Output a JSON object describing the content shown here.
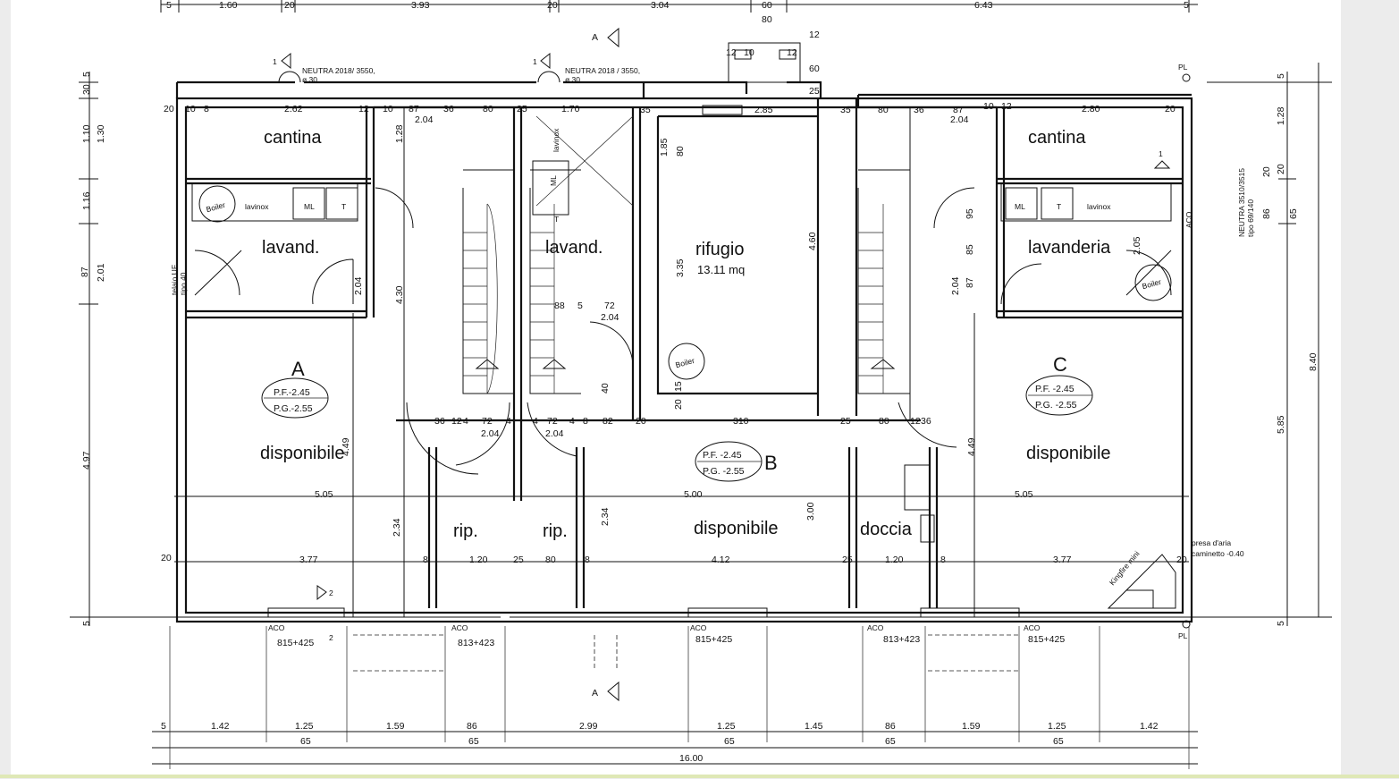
{
  "rooms": {
    "cantina_left": "cantina",
    "cantina_right": "cantina",
    "lavand_left": "lavand.",
    "lavand_mid": "lavand.",
    "lavanderia": "lavanderia",
    "rifugio": "rifugio",
    "rifugio_area": "13.11 mq",
    "disp_a": "disponibile",
    "disp_b": "disponibile",
    "disp_c": "disponibile",
    "rip_1": "rip.",
    "rip_2": "rip.",
    "doccia": "doccia"
  },
  "units": {
    "a": {
      "letter": "A",
      "pf": "P.F.-2.45",
      "pg": "P.G.-2.55"
    },
    "b": {
      "letter": "B",
      "pf": "P.F. -2.45",
      "pg": "P.G. -2.55"
    },
    "c": {
      "letter": "C",
      "pf": "P.F. -2.45",
      "pg": "P.G. -2.55"
    }
  },
  "fixtures": {
    "boiler": "Boiler",
    "lavinox": "lavinox",
    "ml": "ML",
    "t": "T",
    "kingfire": "Kingfire mini"
  },
  "notes": {
    "neutra_1": "NEUTRA 2018/ 3550,",
    "neutra_1b": "ø 30",
    "neutra_2": "NEUTRA 2018 / 3550,",
    "neutra_2b": "ø 30",
    "neutra_3": "NEUTRA 3510/3515",
    "neutra_3b": "tipo 69/140",
    "telaio": "telaio UF",
    "telaio_b": "tipo 40",
    "presa": "presa d'aria",
    "presa_b": "caminetto -0.40",
    "aco": "ACO",
    "pl": "PL",
    "section": "A",
    "marker_1": "1",
    "marker_2": "2"
  },
  "dims_top": [
    "5",
    "1.60",
    "20",
    "3.93",
    "20",
    "3.04",
    "60",
    "6.43",
    "5"
  ],
  "dims_top2": [
    "80",
    "12",
    "12",
    "10",
    "60",
    "12",
    "25"
  ],
  "dims_row": [
    "20",
    "10",
    "8",
    "2.62",
    "12",
    "10",
    "87",
    "2.04",
    "36",
    "80",
    "25",
    "1.70",
    "35",
    "2.85",
    "35",
    "80",
    "36",
    "87",
    "2.04",
    "10",
    "12",
    "2.80",
    "20"
  ],
  "dims_left": [
    "5",
    "30",
    "1.10",
    "1.30",
    "1.16",
    "87",
    "2.01",
    "4.97",
    "5"
  ],
  "dims_right": [
    "5",
    "1.28",
    "20",
    "20",
    "86",
    "65",
    "8.40",
    "5.85",
    "5"
  ],
  "dims_inner": [
    "1.28",
    "4.30",
    "4.49",
    "2.34",
    "2.34",
    "4.60",
    "3.35",
    "3.00",
    "4.49",
    "2.04",
    "2.04",
    "95",
    "85",
    "87",
    "1.85",
    "80",
    "2.05",
    "40",
    "15",
    "20"
  ],
  "dims_stairs": [
    "88",
    "5",
    "72",
    "2.04",
    "2.04",
    "2.04",
    "36",
    "12",
    "4",
    "72",
    "4",
    "4",
    "72",
    "4",
    "8",
    "82",
    "20",
    "310",
    "25",
    "80",
    "12",
    "36"
  ],
  "dims_mid": [
    "5.05",
    "5.00",
    "5.05",
    "20",
    "3.77",
    "8",
    "1.20",
    "25",
    "80",
    "8",
    "4.12",
    "25",
    "1.20",
    "8",
    "3.77",
    "20"
  ],
  "dims_bottom1": [
    "5",
    "1.42",
    "1.25",
    "1.59",
    "86",
    "2.99",
    "1.25",
    "1.45",
    "86",
    "1.59",
    "1.25",
    "1.42"
  ],
  "dims_bottom2": [
    "65",
    "65",
    "65",
    "65",
    "65"
  ],
  "dim_total": "16.00",
  "windows": [
    "815+425",
    "813+423",
    "815+425",
    "813+423",
    "815+425"
  ]
}
